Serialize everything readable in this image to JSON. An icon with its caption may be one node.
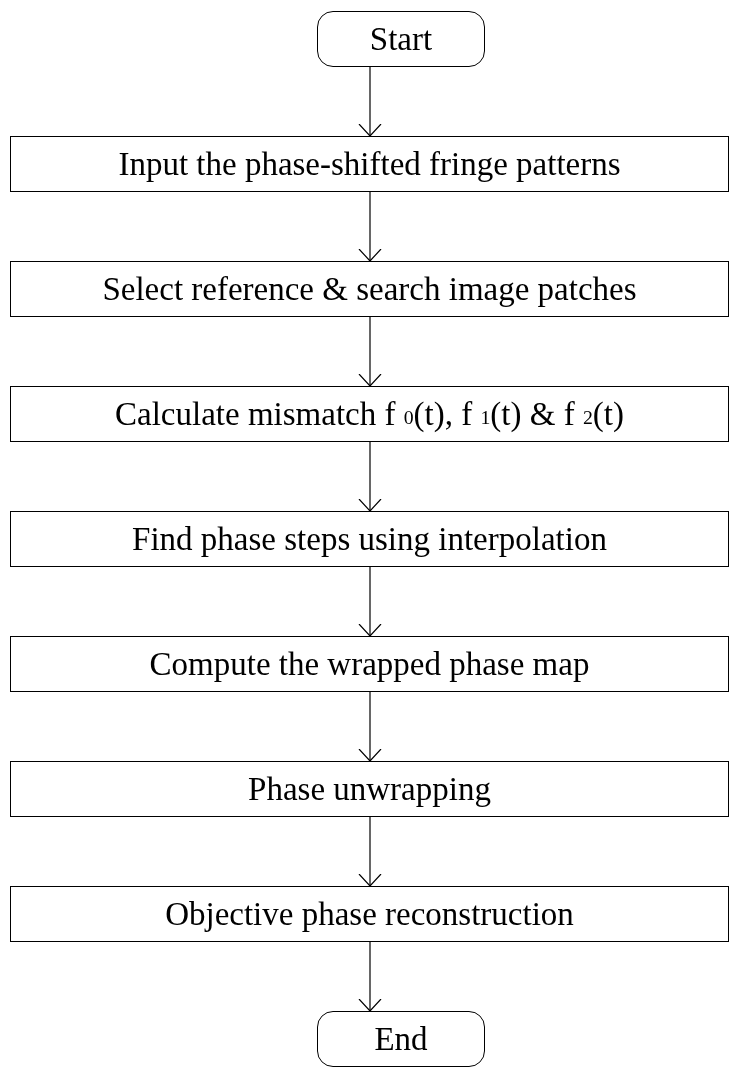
{
  "diagram": {
    "nodes": [
      {
        "text": [
          "Start"
        ]
      },
      {
        "text": [
          "Input the phase-shifted  fringe patterns"
        ]
      },
      {
        "text": [
          "Select reference & search image patches"
        ]
      },
      {
        "text": [
          "Calculate mismatch  f $_{0}$(t), f $_{1}$(t) & f $_{2}$(t)"
        ]
      },
      {
        "text": [
          "Find phase steps using interpolation"
        ]
      },
      {
        "text": [
          "Compute the wrapped phase map"
        ]
      },
      {
        "text": [
          "Phase unwrapping"
        ]
      },
      {
        "text": [
          "Objective phase reconstruction"
        ]
      },
      {
        "text": [
          "End"
        ]
      }
    ],
    "edges": [
      {
        "from": 0,
        "to": 1,
        "arrow": "to"
      },
      {
        "from": 1,
        "to": 2,
        "arrow": "to"
      },
      {
        "from": 2,
        "to": 3,
        "arrow": "to"
      },
      {
        "from": 3,
        "to": 4,
        "arrow": "to"
      },
      {
        "from": 4,
        "to": 5,
        "arrow": "to"
      },
      {
        "from": 5,
        "to": 6,
        "arrow": "to"
      },
      {
        "from": 6,
        "to": 7,
        "arrow": "to"
      },
      {
        "from": 7,
        "to": 8,
        "arrow": "to"
      }
    ]
  }
}
